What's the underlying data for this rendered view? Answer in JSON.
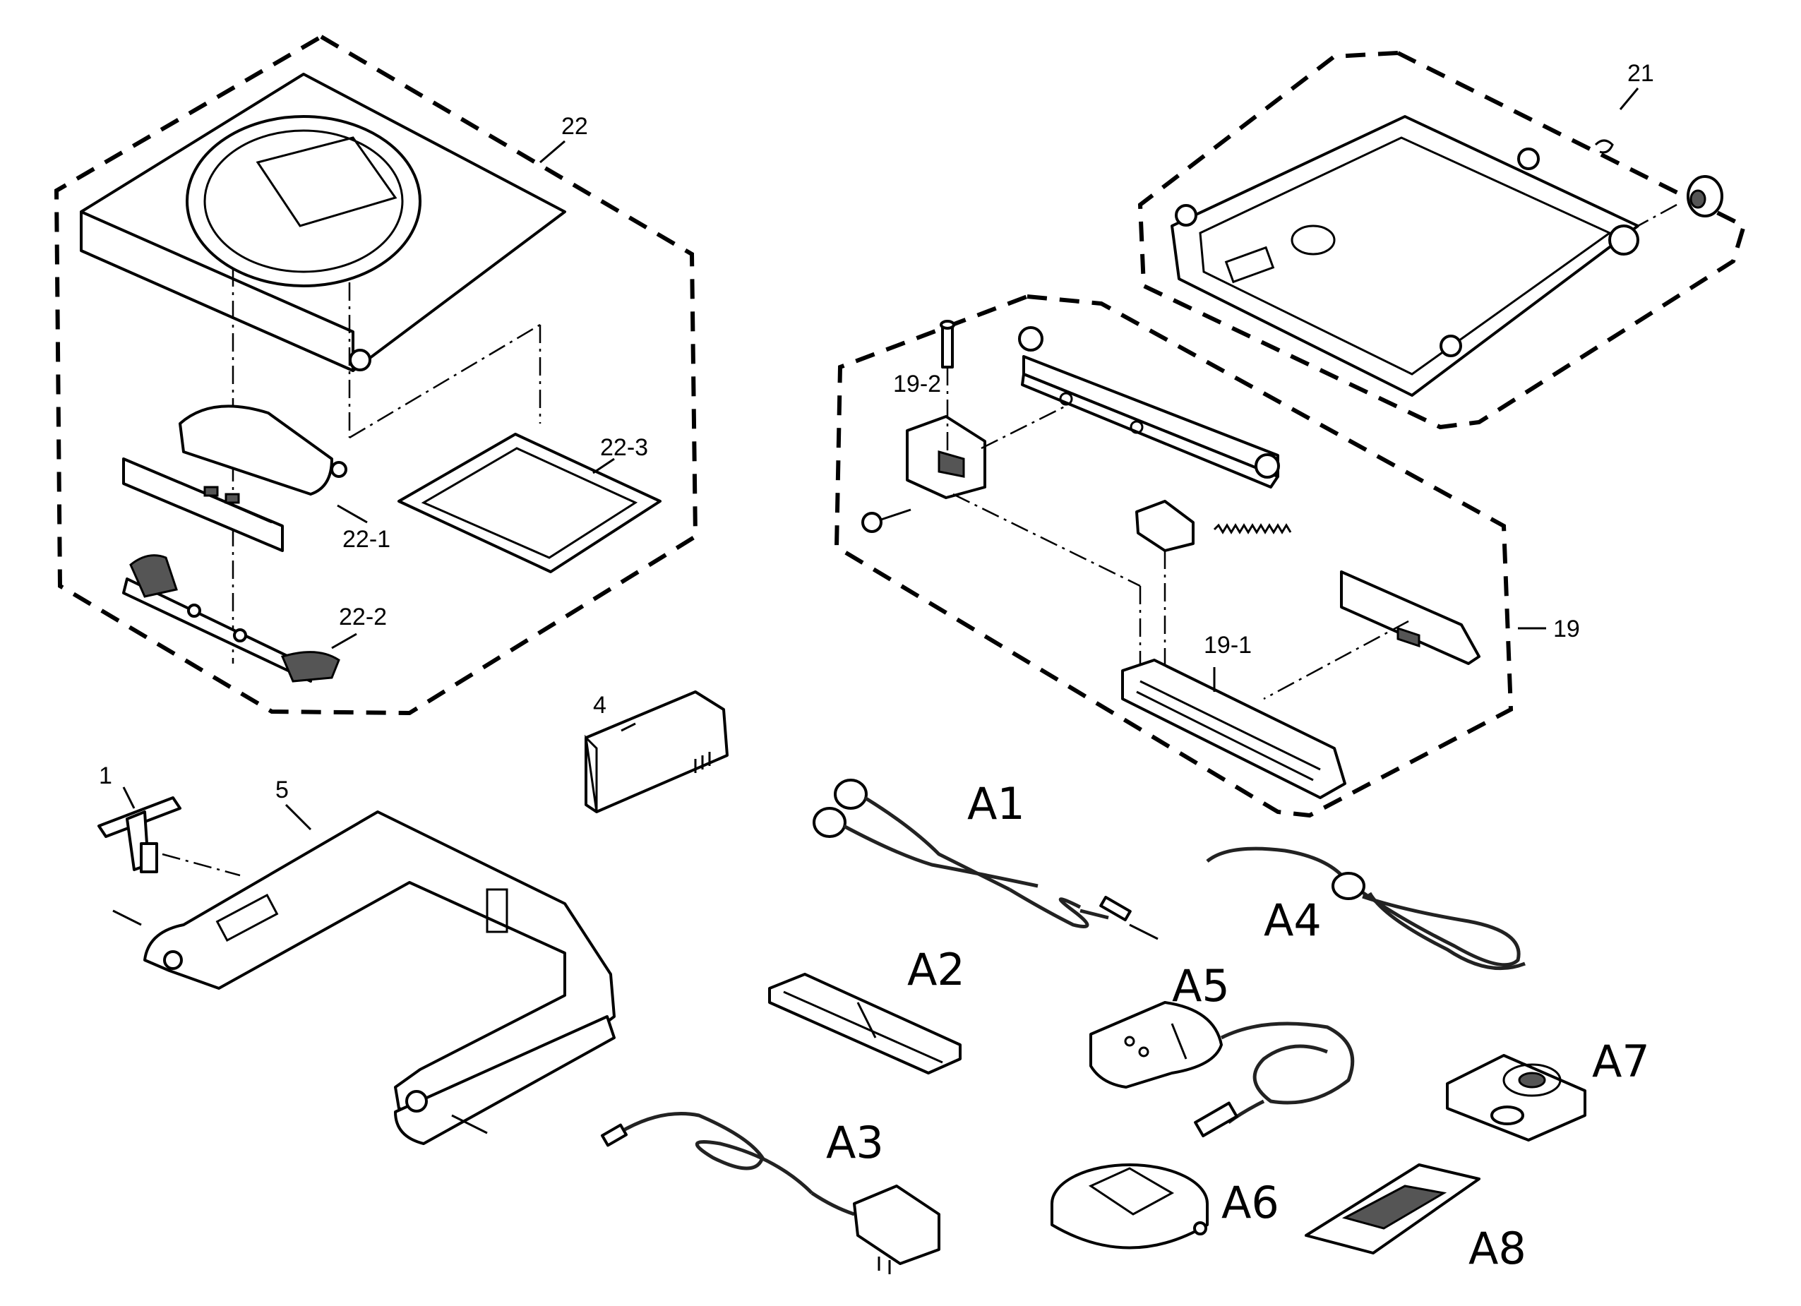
{
  "labels": {
    "l22": "22",
    "l22_1": "22-1",
    "l22_2": "22-2",
    "l22_3": "22-3",
    "l21": "21",
    "l19": "19",
    "l19_1": "19-1",
    "l19_2": "19-2",
    "l4": "4",
    "l1": "1",
    "l5": "5",
    "a1": "A1",
    "a2": "A2",
    "a3": "A3",
    "a4": "A4",
    "a5": "A5",
    "a6": "A6",
    "a7": "A7",
    "a8": "A8"
  }
}
